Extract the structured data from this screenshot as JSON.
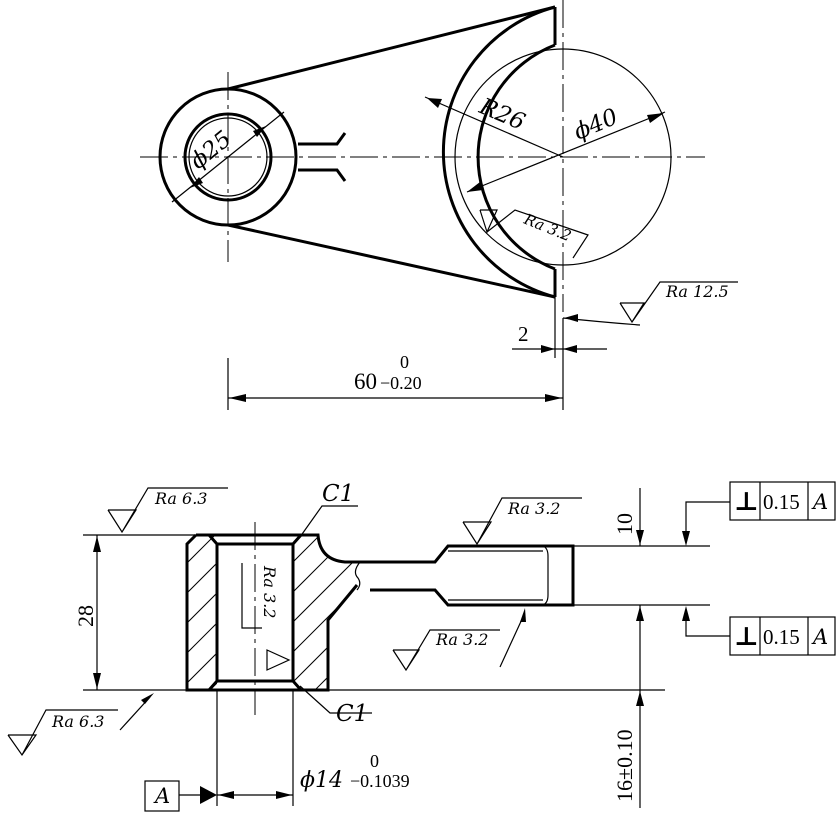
{
  "top_view": {
    "hub_diameter": "ϕ25",
    "arc_radius": "R26",
    "circle_diameter": "ϕ40",
    "roughness_inner": "Ra 3.2",
    "roughness_face": "Ra 12.5",
    "face_gap": "2",
    "length_nominal": "60",
    "length_upper": "0",
    "length_lower": "−0.20"
  },
  "section_view": {
    "roughness_top": "Ra 6.3",
    "roughness_bottom": "Ra 6.3",
    "roughness_bore": "Ra 3.2",
    "roughness_fork_top": "Ra 3.2",
    "roughness_fork_bottom": "Ra 3.2",
    "chamfer_top": "C1",
    "chamfer_bottom": "C1",
    "height": "28",
    "slot_width": "10",
    "slot_offset": "16±0.10",
    "bore_nominal": "ϕ14",
    "bore_upper": "0",
    "bore_lower": "−0.1039",
    "datum": "A",
    "tolerance_upper": {
      "symbol": "⊥",
      "value": "0.15",
      "datum": "A"
    },
    "tolerance_lower": {
      "symbol": "⊥",
      "value": "0.15",
      "datum": "A"
    }
  }
}
